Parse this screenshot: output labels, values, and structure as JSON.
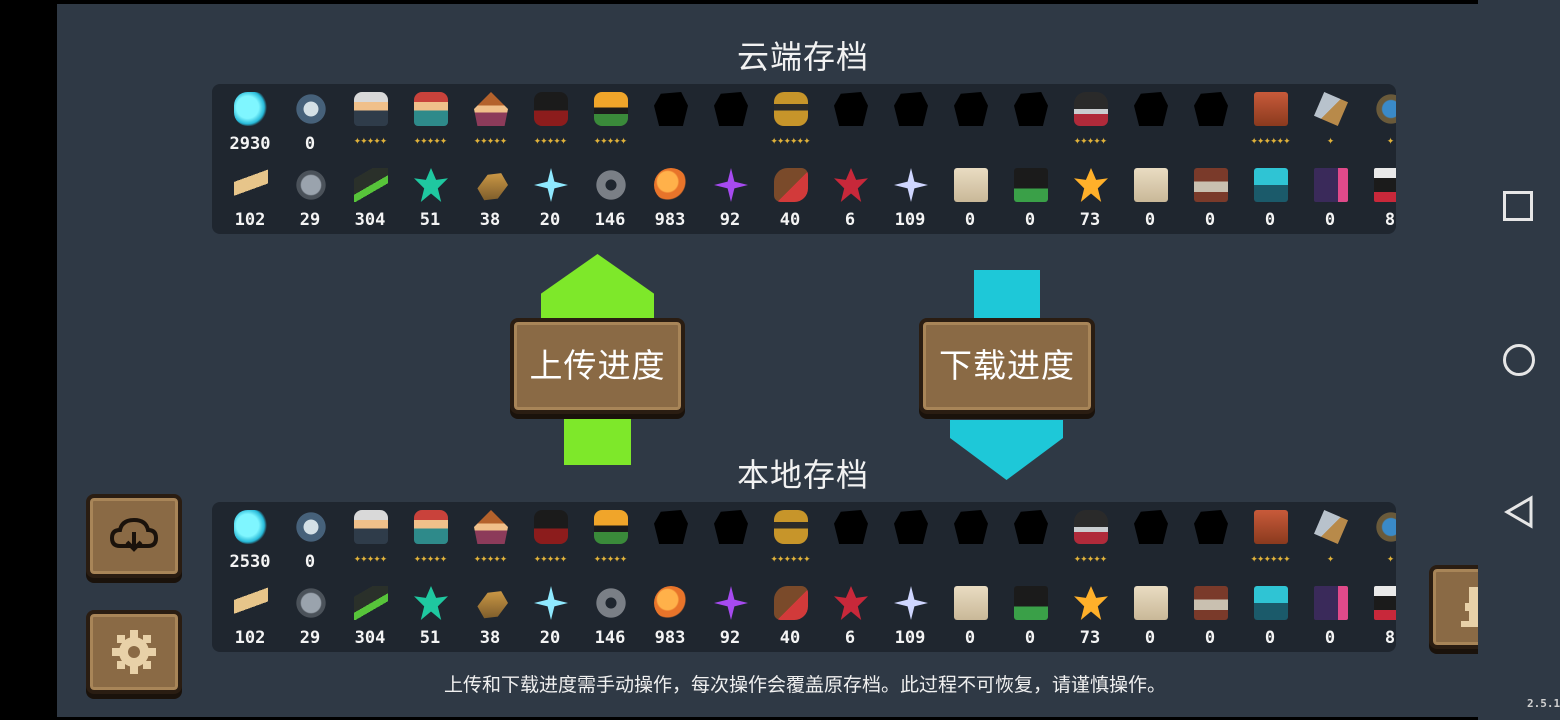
{
  "cloud": {
    "title": "云端存档",
    "top_items": [
      {
        "icon": "gem-icon",
        "count": "2930"
      },
      {
        "icon": "feather-icon",
        "count": "0"
      },
      {
        "icon": "hero-knight-icon",
        "stars": "✦✦✦✦✦"
      },
      {
        "icon": "hero-rogue-icon",
        "stars": "✦✦✦✦✦"
      },
      {
        "icon": "hero-wizard-icon",
        "stars": "✦✦✦✦✦"
      },
      {
        "icon": "hero-assassin-icon",
        "stars": "✦✦✦✦✦"
      },
      {
        "icon": "hero-engineer-icon",
        "stars": "✦✦✦✦✦"
      },
      {
        "icon": "locked-hero-icon"
      },
      {
        "icon": "locked-hero-icon"
      },
      {
        "icon": "hero-paladin-icon",
        "stars": "✦✦✦✦✦✦"
      },
      {
        "icon": "locked-hero-icon"
      },
      {
        "icon": "locked-hero-icon"
      },
      {
        "icon": "locked-hero-icon"
      },
      {
        "icon": "locked-hero-icon"
      },
      {
        "icon": "hero-ghost-icon",
        "stars": "✦✦✦✦✦"
      },
      {
        "icon": "locked-hero-icon"
      },
      {
        "icon": "locked-hero-icon"
      },
      {
        "icon": "chest-icon",
        "stars": "✦✦✦✦✦✦"
      },
      {
        "icon": "workbench-icon",
        "stars": "✦"
      },
      {
        "icon": "orb-icon",
        "stars": "✦"
      }
    ],
    "bottom_items": [
      {
        "icon": "wood-plank-icon",
        "count": "102"
      },
      {
        "icon": "ore-icon",
        "count": "29"
      },
      {
        "icon": "battery-icon",
        "count": "304"
      },
      {
        "icon": "green-leaf-icon",
        "count": "51"
      },
      {
        "icon": "seed-pod-icon",
        "count": "38"
      },
      {
        "icon": "ice-crystal-icon",
        "count": "20"
      },
      {
        "icon": "gear-part-icon",
        "count": "146"
      },
      {
        "icon": "amber-icon",
        "count": "983"
      },
      {
        "icon": "purple-crystal-icon",
        "count": "92"
      },
      {
        "icon": "meat-icon",
        "count": "40"
      },
      {
        "icon": "red-leaf-icon",
        "count": "6"
      },
      {
        "icon": "star-shard-icon",
        "count": "109"
      },
      {
        "icon": "scroll-icon",
        "count": "0"
      },
      {
        "icon": "terminal-icon",
        "count": "0"
      },
      {
        "icon": "fire-leaf-icon",
        "count": "73"
      },
      {
        "icon": "scroll-icon",
        "count": "0"
      },
      {
        "icon": "machine-icon",
        "count": "0"
      },
      {
        "icon": "console-icon",
        "count": "0"
      },
      {
        "icon": "book-icon",
        "count": "0"
      },
      {
        "icon": "badge-icon",
        "count": "8"
      }
    ]
  },
  "local": {
    "title": "本地存档",
    "top_items": [
      {
        "icon": "gem-icon",
        "count": "2530"
      },
      {
        "icon": "feather-icon",
        "count": "0"
      },
      {
        "icon": "hero-knight-icon",
        "stars": "✦✦✦✦✦"
      },
      {
        "icon": "hero-rogue-icon",
        "stars": "✦✦✦✦✦"
      },
      {
        "icon": "hero-wizard-icon",
        "stars": "✦✦✦✦✦"
      },
      {
        "icon": "hero-assassin-icon",
        "stars": "✦✦✦✦✦"
      },
      {
        "icon": "hero-engineer-icon",
        "stars": "✦✦✦✦✦"
      },
      {
        "icon": "locked-hero-icon"
      },
      {
        "icon": "locked-hero-icon"
      },
      {
        "icon": "hero-paladin-icon",
        "stars": "✦✦✦✦✦✦"
      },
      {
        "icon": "locked-hero-icon"
      },
      {
        "icon": "locked-hero-icon"
      },
      {
        "icon": "locked-hero-icon"
      },
      {
        "icon": "locked-hero-icon"
      },
      {
        "icon": "hero-ghost-icon",
        "stars": "✦✦✦✦✦"
      },
      {
        "icon": "locked-hero-icon"
      },
      {
        "icon": "locked-hero-icon"
      },
      {
        "icon": "chest-icon",
        "stars": "✦✦✦✦✦✦"
      },
      {
        "icon": "workbench-icon",
        "stars": "✦"
      },
      {
        "icon": "orb-icon",
        "stars": "✦"
      }
    ],
    "bottom_items": [
      {
        "icon": "wood-plank-icon",
        "count": "102"
      },
      {
        "icon": "ore-icon",
        "count": "29"
      },
      {
        "icon": "battery-icon",
        "count": "304"
      },
      {
        "icon": "green-leaf-icon",
        "count": "51"
      },
      {
        "icon": "seed-pod-icon",
        "count": "38"
      },
      {
        "icon": "ice-crystal-icon",
        "count": "20"
      },
      {
        "icon": "gear-part-icon",
        "count": "146"
      },
      {
        "icon": "amber-icon",
        "count": "983"
      },
      {
        "icon": "purple-crystal-icon",
        "count": "92"
      },
      {
        "icon": "meat-icon",
        "count": "40"
      },
      {
        "icon": "red-leaf-icon",
        "count": "6"
      },
      {
        "icon": "star-shard-icon",
        "count": "109"
      },
      {
        "icon": "scroll-icon",
        "count": "0"
      },
      {
        "icon": "terminal-icon",
        "count": "0"
      },
      {
        "icon": "fire-leaf-icon",
        "count": "73"
      },
      {
        "icon": "scroll-icon",
        "count": "0"
      },
      {
        "icon": "machine-icon",
        "count": "0"
      },
      {
        "icon": "console-icon",
        "count": "0"
      },
      {
        "icon": "book-icon",
        "count": "0"
      },
      {
        "icon": "badge-icon",
        "count": "8"
      }
    ]
  },
  "actions": {
    "upload_label": "上传进度",
    "download_label": "下载进度"
  },
  "notice": "上传和下载进度需手动操作，每次操作会覆盖原存档。此过程不可恢复，请谨慎操作。",
  "version": "2.5.1",
  "colors": {
    "background": "#2f3945",
    "panel": "#1f262f",
    "upload_arrow": "#7ee82a",
    "download_arrow": "#1ec8d8",
    "wood_button": "#8a6a45"
  }
}
